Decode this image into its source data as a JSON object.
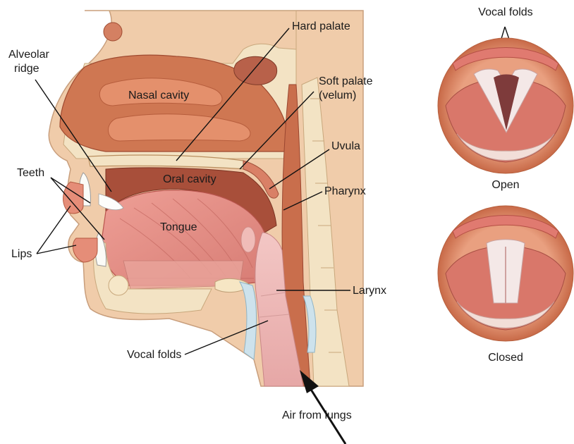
{
  "labels": {
    "hard_palate": "Hard palate",
    "alveolar_ridge_1": "Alveolar",
    "alveolar_ridge_2": "ridge",
    "nasal_cavity": "Nasal cavity",
    "soft_palate_1": "Soft palate",
    "soft_palate_2": "(velum)",
    "uvula": "Uvula",
    "teeth": "Teeth",
    "oral_cavity": "Oral cavity",
    "pharynx": "Pharynx",
    "tongue": "Tongue",
    "lips": "Lips",
    "larynx": "Larynx",
    "vocal_folds": "Vocal folds",
    "air_from_lungs": "Air from lungs",
    "vocal_folds_inset": "Vocal folds",
    "open": "Open",
    "closed": "Closed"
  },
  "colors": {
    "tissue": "#d9876a",
    "tissue_dark": "#b4583f",
    "cavity": "#c96e4c",
    "bone": "#f3e3c4",
    "skin": "#f0ccaa",
    "tongue": "#e58f86",
    "fold_white": "#f3e7e6",
    "airway_dark": "#7e3b3b"
  }
}
